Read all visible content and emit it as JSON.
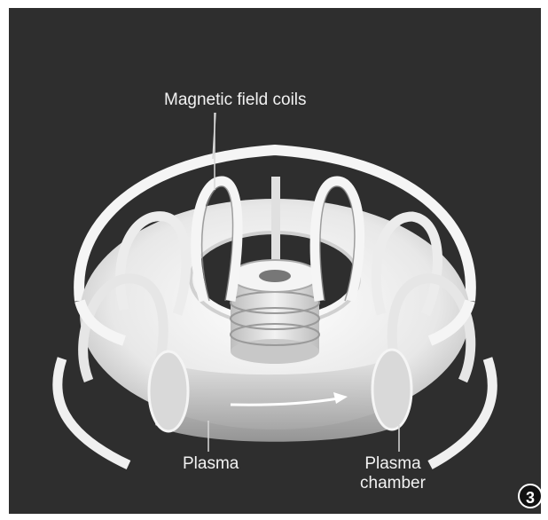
{
  "labels": {
    "coils": "Magnetic field coils",
    "plasma": "Plasma",
    "chamber_line1": "Plasma",
    "chamber_line2": "chamber"
  },
  "badge": "3",
  "icons": [
    "tokamak-diagram",
    "direction-arrow"
  ],
  "colors": {
    "background": "#2e2e2e",
    "torus": "#ececec",
    "coil": "#f5f5f5",
    "text": "#f2f2f2"
  }
}
